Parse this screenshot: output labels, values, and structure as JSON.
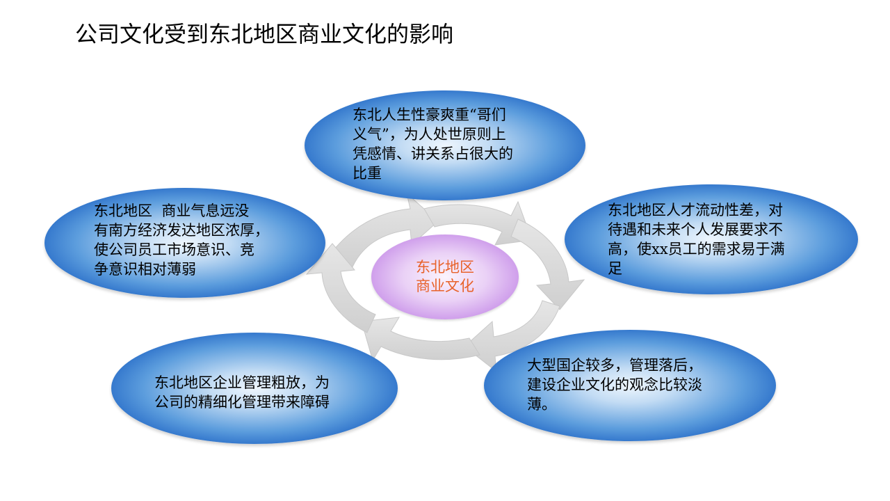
{
  "title": "公司文化受到东北地区商业文化的影响",
  "center": {
    "lines": [
      "东北地区",
      "商业文化"
    ],
    "text_color": "#e8622a"
  },
  "nodes": {
    "top": {
      "lines": [
        "东北人生性豪爽重“哥们",
        "义气”，为人处世原则上",
        "凭感情、讲关系占很大的",
        "比重"
      ]
    },
    "left": {
      "lines": [
        "东北地区  商业气息远没",
        "有南方经济发达地区浓厚，",
        "使公司员工市场意识、竞",
        "争意识相对薄弱"
      ]
    },
    "right": {
      "lines": [
        "东北地区人才流动性差，对",
        "待遇和未来个人发展要求不",
        "高，使xx员工的需求易于满",
        "足"
      ]
    },
    "bottom_left": {
      "lines": [
        "东北地区企业管理粗放，为",
        "公司的精细化管理带来障碍"
      ]
    },
    "bottom_right": {
      "lines": [
        "大型国企较多，管理落后，",
        "建设企业文化的观念比较淡",
        "薄。"
      ]
    }
  },
  "colors": {
    "oval_blue": "#1f64c4",
    "arrow_gray": "#dcdcdc",
    "center_purple": "#c993e9"
  }
}
